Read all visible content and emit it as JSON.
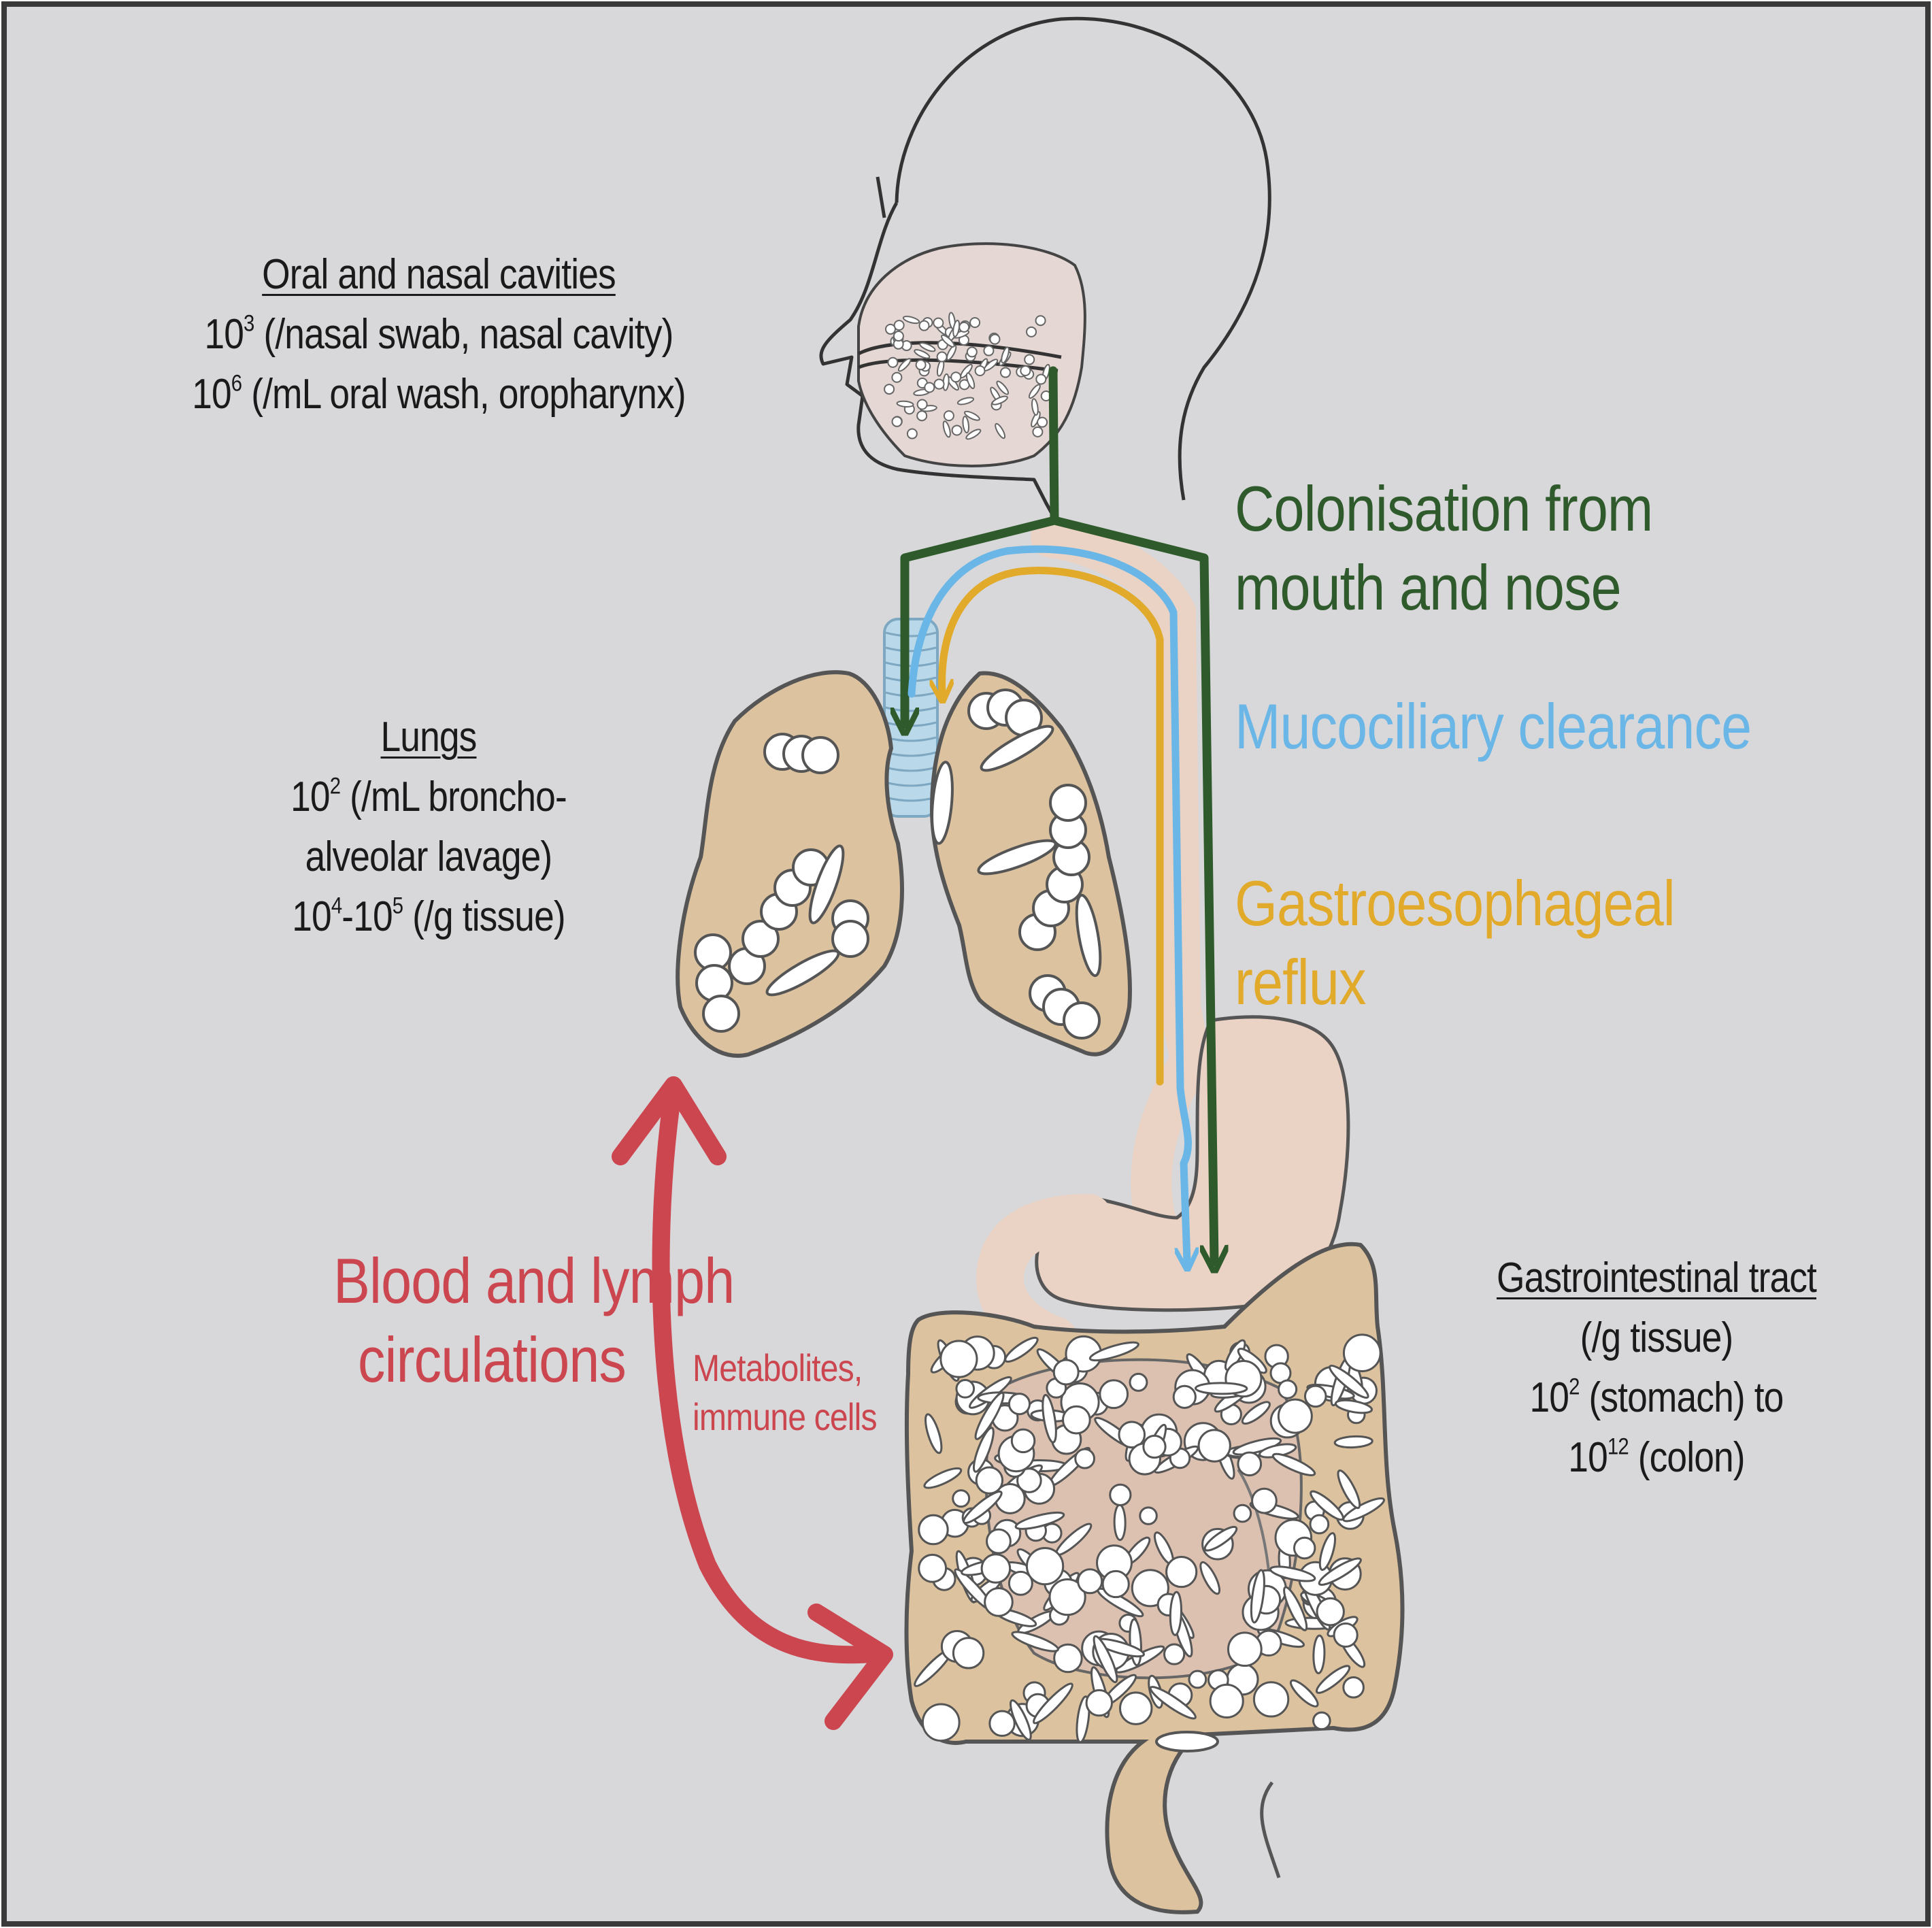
{
  "labels": {
    "oral": {
      "title": "Oral and nasal cavities",
      "line1_base": "10",
      "line1_exp": "3",
      "line1_rest": " (/nasal swab, nasal cavity)",
      "line2_base": "10",
      "line2_exp": "6",
      "line2_rest": " (/mL oral wash, oropharynx)"
    },
    "lungs": {
      "title": "Lungs",
      "line1_base": "10",
      "line1_exp": "2",
      "line1_rest": " (/mL broncho-",
      "line2": "alveolar lavage)",
      "line3_base": "10",
      "line3_exp": "4",
      "line3_mid": "-10",
      "line3_exp2": "5",
      "line3_rest": " (/g tissue)"
    },
    "gi": {
      "title": "Gastrointestinal tract",
      "line1": "(/g tissue)",
      "line2_base": "10",
      "line2_exp": "2",
      "line2_rest": " (stomach) to",
      "line3_base": "10",
      "line3_exp": "12",
      "line3_rest": " (colon)"
    },
    "colonisation": {
      "line1": "Colonisation from",
      "line2": "mouth and nose"
    },
    "mucociliary": "Mucociliary clearance",
    "reflux": {
      "line1": "Gastroesophageal",
      "line2": "reflux"
    },
    "circulation": {
      "line1": "Blood and lymph",
      "line2": "circulations"
    },
    "metabolites": {
      "line1": "Metabolites,",
      "line2": "immune cells"
    }
  },
  "colors": {
    "background": "#d8d8da",
    "colonisation": "#2f5a2c",
    "mucociliary": "#6ab6e6",
    "reflux": "#e2aa2a",
    "circulation": "#cc4650",
    "tissue": "#dcc29e",
    "stomach": "#ead3c4",
    "outline": "#555555"
  }
}
